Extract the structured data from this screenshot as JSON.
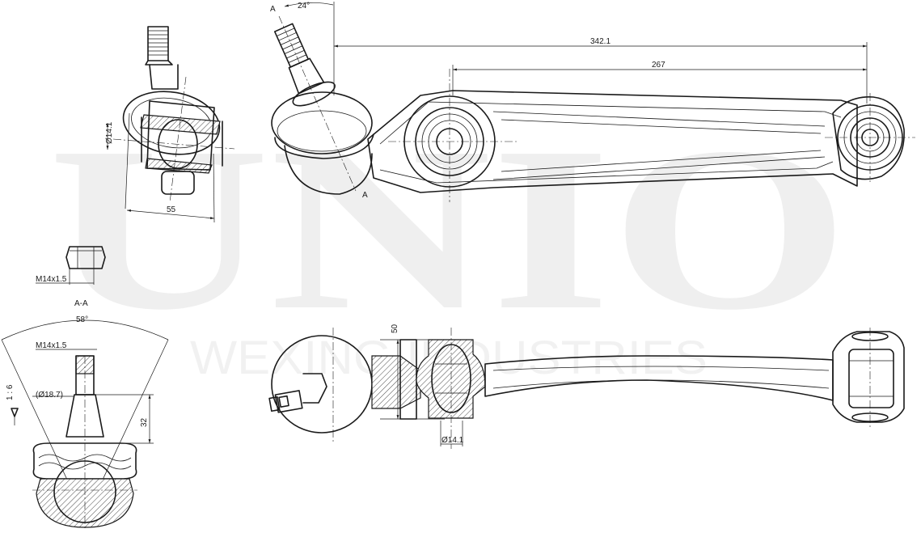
{
  "watermark": {
    "brand": "UNIO",
    "company": "WEXING INDUSTRIES"
  },
  "labels": {
    "section_marker_top": "A",
    "section_marker_bottom": "A",
    "section_title": "A-A",
    "angle_top": "24°",
    "angle_section": "58°"
  },
  "dimensions": {
    "overall_length": "342.1",
    "center_distance": "267",
    "bushing_diameter_top": "Ø14.1",
    "bushing_width_top": "55",
    "nut_thread": "M14x1.5",
    "stud_thread": "M14x1.5",
    "taper_diameter": "(Ø18.7)",
    "taper_ratio": "1 : 6",
    "stud_length": "32",
    "bushing_width_front": "50",
    "bushing_diameter_front": "Ø14.1"
  }
}
